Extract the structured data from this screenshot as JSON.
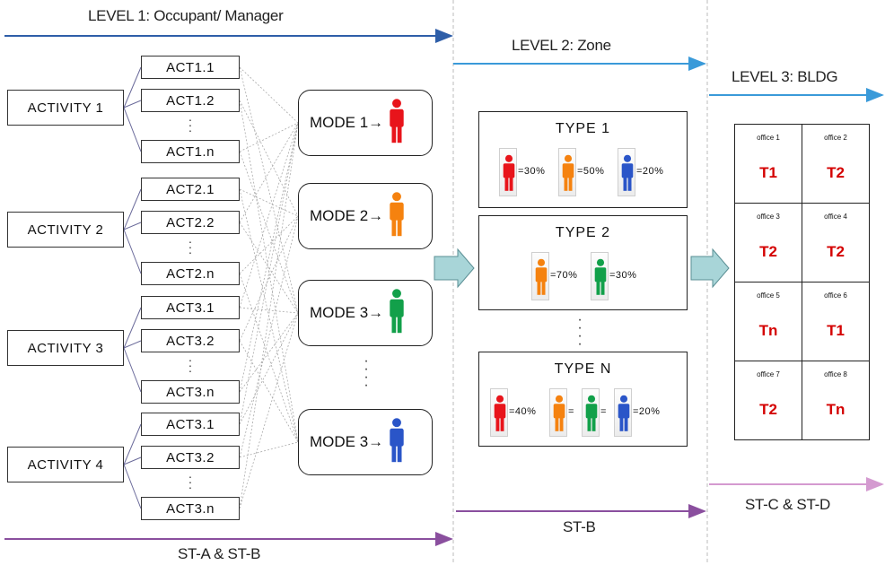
{
  "level1": {
    "title": "LEVEL 1: Occupant/ Manager"
  },
  "level2": {
    "title": "LEVEL 2: Zone"
  },
  "level3": {
    "title": "LEVEL 3: BLDG"
  },
  "activities": [
    {
      "label": "ACTIVITY 1",
      "acts": [
        "ACT1.1",
        "ACT1.2",
        "ACT1.n"
      ]
    },
    {
      "label": "ACTIVITY 2",
      "acts": [
        "ACT2.1",
        "ACT2.2",
        "ACT2.n"
      ]
    },
    {
      "label": "ACTIVITY 3",
      "acts": [
        "ACT3.1",
        "ACT3.2",
        "ACT3.n"
      ]
    },
    {
      "label": "ACTIVITY 4",
      "acts": [
        "ACT3.1",
        "ACT3.2",
        "ACT3.n"
      ]
    }
  ],
  "dots": "⋮",
  "modes": [
    {
      "label": "MODE 1→",
      "color": "#e8141b"
    },
    {
      "label": "MODE 2→",
      "color": "#f5820f"
    },
    {
      "label": "MODE 3→",
      "color": "#12a04a"
    },
    {
      "label": "MODE 3→",
      "color": "#2a55c8"
    }
  ],
  "types": [
    {
      "title": "TYPE 1",
      "people": [
        {
          "color": "#e8141b",
          "pct": "=30%"
        },
        {
          "color": "#f5820f",
          "pct": "=50%"
        },
        {
          "color": "#2a55c8",
          "pct": "=20%"
        }
      ]
    },
    {
      "title": "TYPE 2",
      "people": [
        {
          "color": "#f5820f",
          "pct": "=70%"
        },
        {
          "color": "#12a04a",
          "pct": "=30%"
        }
      ]
    },
    {
      "title": "TYPE N",
      "people": [
        {
          "color": "#e8141b",
          "pct": "=40%"
        },
        {
          "color": "#f5820f",
          "pct": "="
        },
        {
          "color": "#12a04a",
          "pct": "="
        },
        {
          "color": "#2a55c8",
          "pct": "=20%"
        }
      ]
    }
  ],
  "offices": [
    {
      "name": "office 1",
      "type": "T1"
    },
    {
      "name": "office 2",
      "type": "T2"
    },
    {
      "name": "office 3",
      "type": "T2"
    },
    {
      "name": "office 4",
      "type": "T2"
    },
    {
      "name": "office 5",
      "type": "Tn"
    },
    {
      "name": "office 6",
      "type": "T1"
    },
    {
      "name": "office 7",
      "type": "T2"
    },
    {
      "name": "office 8",
      "type": "Tn"
    }
  ],
  "bottom": {
    "left": "ST-A & ST-B",
    "middle": "ST-B",
    "right": "ST-C & ST-D"
  },
  "colors": {
    "blue_arrow": "#2e5ea8",
    "cyan_arrow": "#3a9ad9",
    "purple_arrow": "#8a4f9e",
    "pink_arrow": "#d49ad0",
    "block_arrow": "#a8d5d8",
    "connector": "#6a6a9a"
  }
}
